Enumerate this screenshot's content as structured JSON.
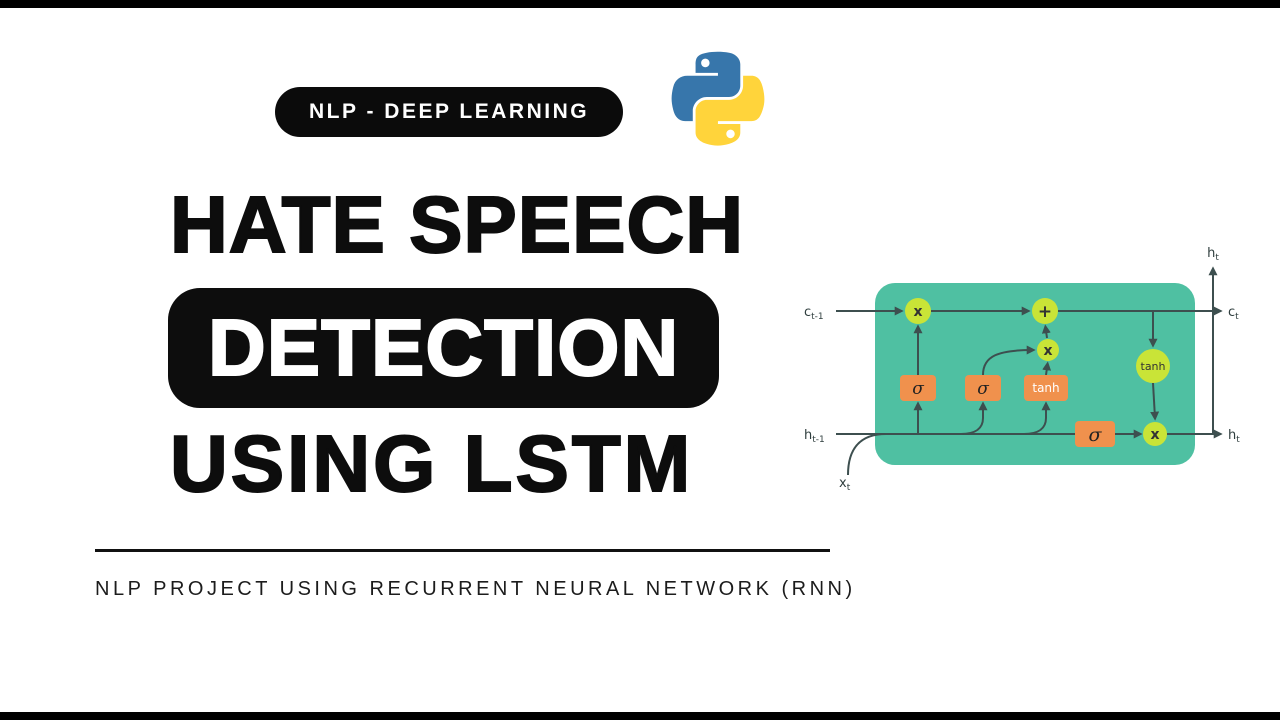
{
  "theme": {
    "ink": "#0d0d0d",
    "paper": "#ffffff",
    "badge-bg": "#0b0b0b",
    "badge-text": "#ffffff",
    "teal": "#4fc0a2",
    "node": "#c9e437",
    "gate": "#f0914d",
    "wire": "#3d4f4f",
    "python-blue": "#3776ab",
    "python-yellow": "#ffd43b"
  },
  "badge": {
    "label": "NLP - DEEP LEARNING"
  },
  "title": {
    "line1": "HATE SPEECH",
    "line2": "DETECTION",
    "line3": "USING LSTM"
  },
  "subtitle": "NLP PROJECT USING RECURRENT NEURAL NETWORK (RNN)",
  "diagram": {
    "ops": {
      "mul1": "x",
      "add": "+",
      "mul2": "x",
      "tanh_out": "tanh",
      "mul3": "x"
    },
    "gates": {
      "sigma1": "σ",
      "sigma2": "σ",
      "tanh": "tanh",
      "sigma3": "σ"
    },
    "labels": {
      "c_prev": {
        "main": "c",
        "sub": "t-1"
      },
      "h_prev": {
        "main": "h",
        "sub": "t-1"
      },
      "x_in": {
        "main": "x",
        "sub": "t"
      },
      "h_top": {
        "main": "h",
        "sub": "t"
      },
      "c_out": {
        "main": "c",
        "sub": "t"
      },
      "h_out": {
        "main": "h",
        "sub": "t"
      }
    }
  }
}
